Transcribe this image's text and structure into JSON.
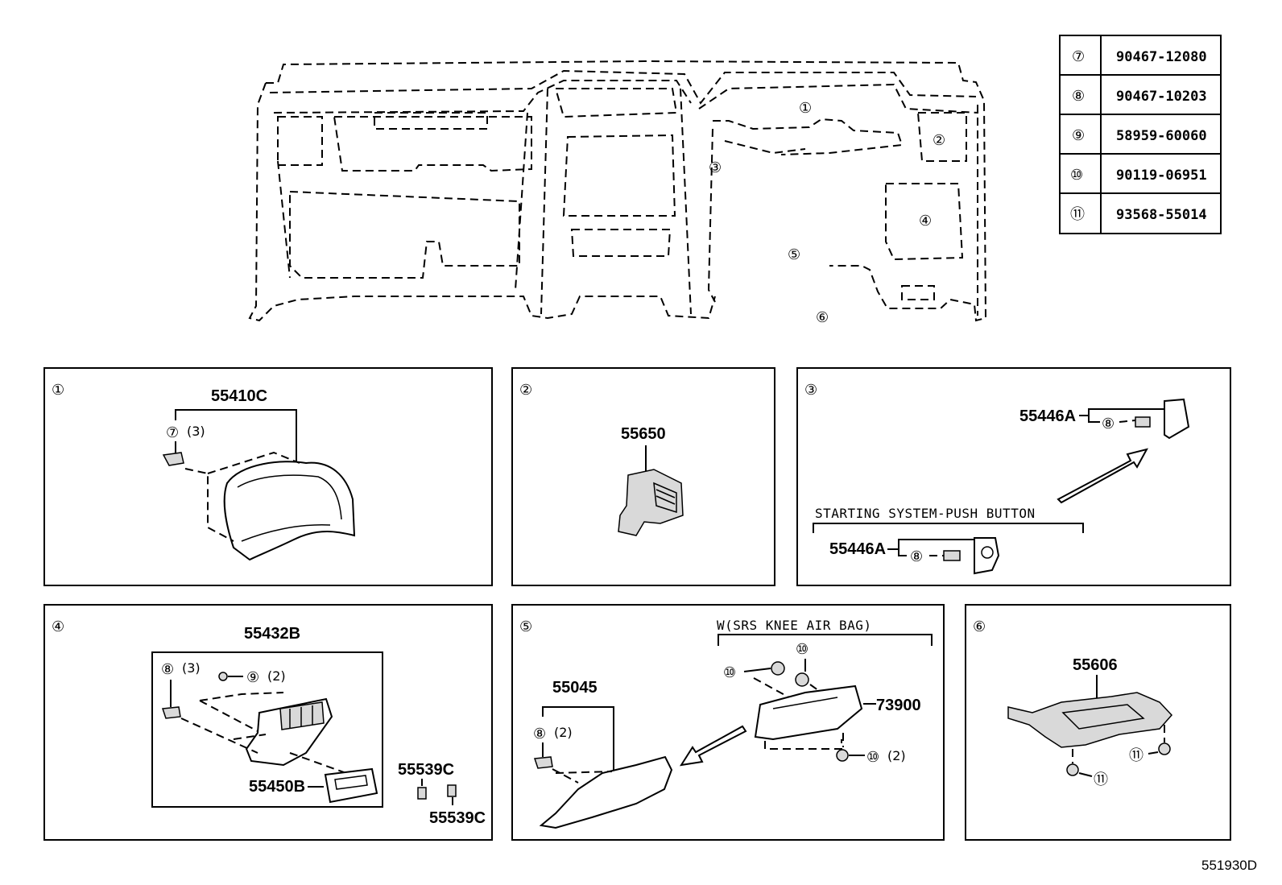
{
  "table": {
    "rows": [
      {
        "ref": "⑦",
        "part": "90467-12080"
      },
      {
        "ref": "⑧",
        "part": "90467-10203"
      },
      {
        "ref": "⑨",
        "part": "58959-60060"
      },
      {
        "ref": "⑩",
        "part": "90119-06951"
      },
      {
        "ref": "⑪",
        "part": "93568-55014"
      }
    ]
  },
  "overview": {
    "callouts": [
      "①",
      "②",
      "③",
      "④",
      "⑤",
      "⑥"
    ]
  },
  "panels": {
    "p1": {
      "id": "①",
      "part": "55410C",
      "ref": "⑦",
      "qty": "(3)"
    },
    "p2": {
      "id": "②",
      "part": "55650"
    },
    "p3": {
      "id": "③",
      "part_top": "55446A",
      "ref_top": "⑧",
      "variant": "STARTING SYSTEM-PUSH BUTTON",
      "part_bottom": "55446A",
      "ref_bottom": "⑧"
    },
    "p4": {
      "id": "④",
      "part_top": "55432B",
      "ref_a": "⑧",
      "qty_a": "(3)",
      "ref_b": "⑨",
      "qty_b": "(2)",
      "part_box": "55450B",
      "part_clip_1": "55539C",
      "part_clip_2": "55539C"
    },
    "p5": {
      "id": "⑤",
      "variant": "W(SRS KNEE AIR BAG)",
      "part_left": "55045",
      "ref_left": "⑧",
      "qty_left": "(2)",
      "ref_a": "⑩",
      "ref_b": "⑩",
      "part_right": "73900",
      "ref_c": "⑩",
      "qty_c": "(2)"
    },
    "p6": {
      "id": "⑥",
      "part": "55606",
      "ref_a": "⑪",
      "ref_b": "⑪"
    }
  },
  "footer": {
    "code": "551930D"
  }
}
